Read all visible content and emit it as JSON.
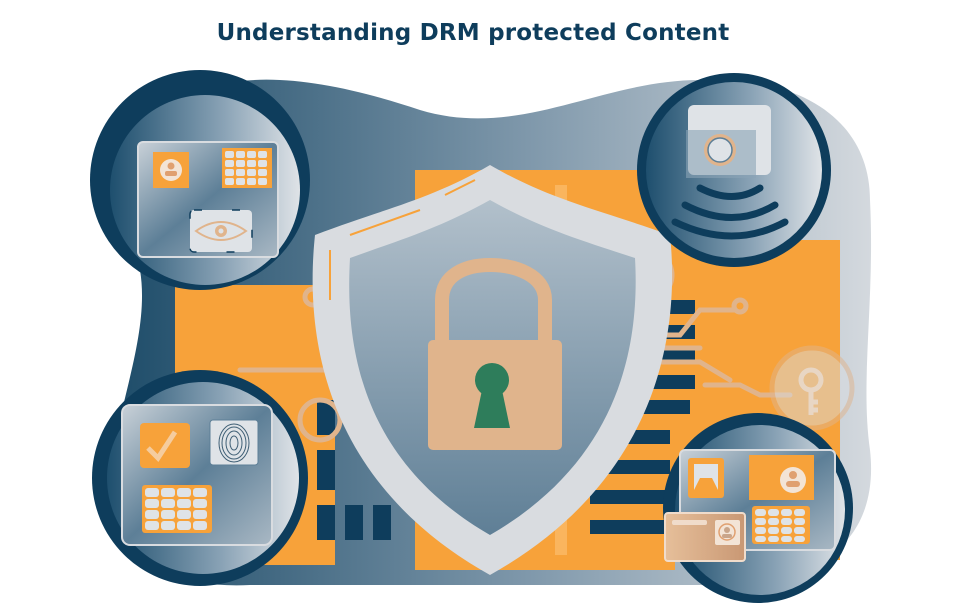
{
  "header": {
    "title": "Understanding DRM protected Content"
  },
  "illustration": {
    "center": {
      "shield": "shield-icon",
      "lock": "padlock-icon",
      "keyhole_color": "#2e7d5b"
    },
    "bubbles": [
      {
        "id": "top-left",
        "items": [
          "user-profile-icon",
          "keypad-icon",
          "eye-scan-icon"
        ]
      },
      {
        "id": "top-right",
        "items": [
          "camera-sensor-icon",
          "signal-waves-icon"
        ]
      },
      {
        "id": "bottom-left",
        "items": [
          "checkmark-icon",
          "fingerprint-icon",
          "keypad-icon"
        ]
      },
      {
        "id": "bottom-right",
        "items": [
          "document-icon",
          "user-profile-icon",
          "id-card-icon",
          "keypad-icon"
        ]
      }
    ],
    "key_badge": "key-icon"
  },
  "colors": {
    "navy": "#0e3d5c",
    "orange": "#f7a23a",
    "light_gray": "#d9dce0",
    "slate": "#6e8aa0",
    "tan": "#e0b48c",
    "green": "#2e7d5b"
  }
}
